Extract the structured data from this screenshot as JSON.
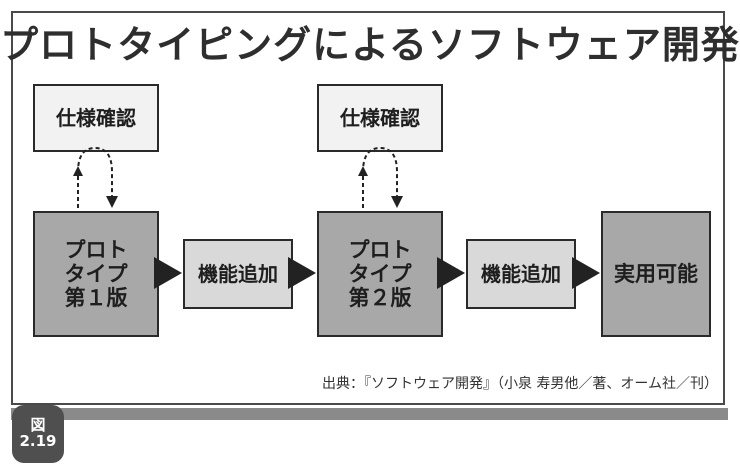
{
  "title": "プロトタイピングによるソフトウェア開発",
  "boxes": {
    "spec1": "仕様確認",
    "spec2": "仕様確認",
    "proto1": [
      "プロト",
      "タイプ",
      "第１版"
    ],
    "feature1": "機能追加",
    "proto2": [
      "プロト",
      "タイプ",
      "第２版"
    ],
    "feature2": "機能追加",
    "practical": "実用可能"
  },
  "source": "出典：『ソフトウェア開発』（小泉 寿男他／著、オーム社／刊）",
  "badge": {
    "label": "図",
    "number": "2.19"
  },
  "colors": {
    "dark_box": "#a8a8a8",
    "light_box": "#f2f2f2",
    "mid_box": "#d9d9d9",
    "badge": "#4f4f4f"
  }
}
